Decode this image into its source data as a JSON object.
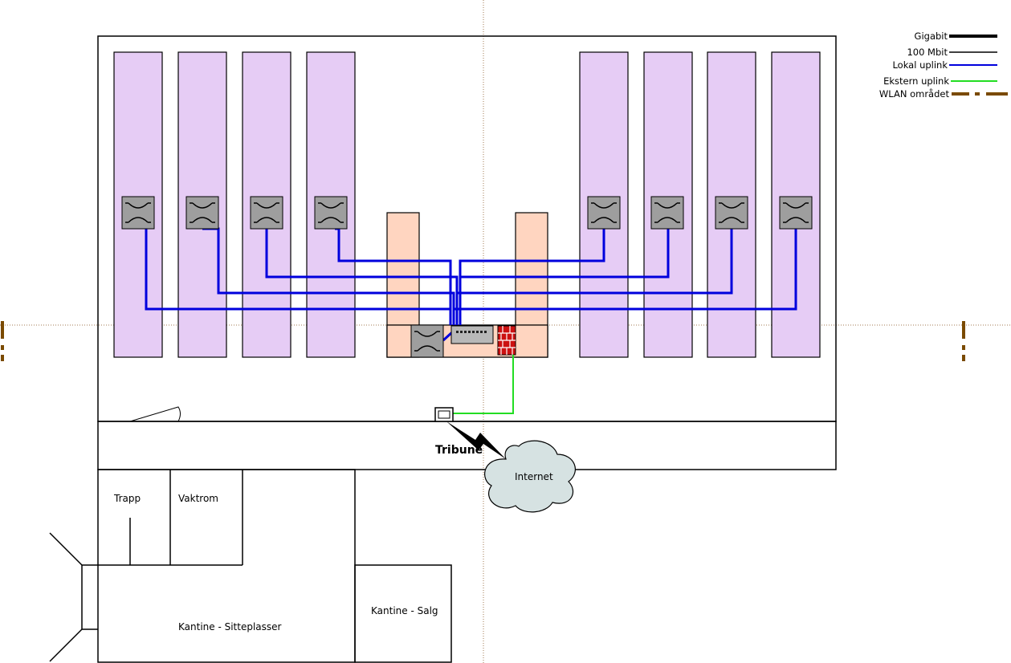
{
  "legend": {
    "items": [
      {
        "label": "Gigabit",
        "kind": "gigabit"
      },
      {
        "label": "100 Mbit",
        "kind": "mbit100"
      },
      {
        "label": "Lokal uplink",
        "kind": "local"
      },
      {
        "label": "Ekstern uplink",
        "kind": "external"
      },
      {
        "label": "WLAN området",
        "kind": "wlan"
      }
    ]
  },
  "colors": {
    "hall_fill": "#e6ccf5",
    "core_fill": "#ffd5c0",
    "switch_fill": "#9e9e9e",
    "local_uplink": "#0000dd",
    "external_uplink": "#22dd22",
    "wlan": "#7a4a00",
    "firewall": "#cc1111",
    "cloud_fill": "#d6e2e2"
  },
  "rooms": {
    "tribune": "Tribune",
    "internet": "Internet",
    "trapp": "Trapp",
    "vaktrom": "Vaktrom",
    "kantine_sitte": "Kantine - Sitteplasser",
    "kantine_salg": "Kantine - Salg"
  },
  "icons": {
    "switch": "network-switch-icon",
    "router": "router-icon",
    "firewall": "firewall-icon",
    "modem": "modem-icon",
    "cloud": "internet-cloud-icon",
    "wireless": "lightning-link-icon"
  }
}
